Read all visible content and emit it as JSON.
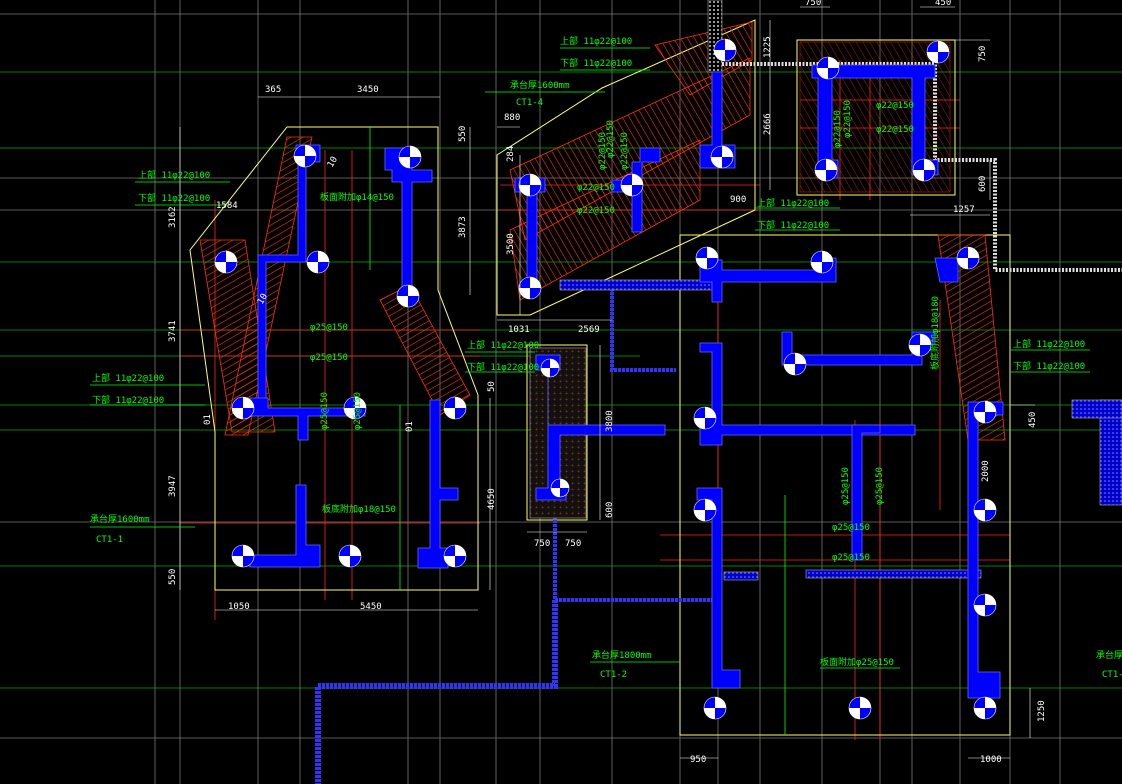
{
  "colors": {
    "background": "#000000",
    "wall": "#0000ff",
    "hatch_red": "#ff3300",
    "pile_cap_outline": "#ffff66",
    "dim_text": "#ffffff",
    "note_text": "#00ff00",
    "axis": "#ff0000",
    "grid_green": "#00cc00"
  },
  "caps": {
    "ct1_1": {
      "thickness": "承台厚1600mm",
      "name": "CT1-1"
    },
    "ct1_2": {
      "thickness": "承台厚1800mm",
      "name": "CT1-2"
    },
    "ct1_4": {
      "thickness": "承台厚1600mm",
      "name": "CT1-4"
    }
  },
  "notes": {
    "top_rebar": "上部 11φ22@100",
    "bottom_rebar": "下部 11φ22@100",
    "top_rebar_2": "上部 11φ22@100",
    "bottom_rebar_2": "下部 11φ22@100",
    "top_rebar_3": "上部 11φ22@100",
    "bottom_rebar_3": "下部 11φ22@100",
    "top_rebar_4": "上部 11φ22@100",
    "bottom_rebar_4": "下部 11φ22@100",
    "top_rebar_5": "上部 11φ22@100",
    "bottom_rebar_5": "下部 11φ22@100",
    "top_rebar_6": "上部 11φ22@100",
    "bottom_rebar_6": "下部 11φ22@100",
    "slab_a": "板面附加φ14@150",
    "slab_b": "板底附加φ18@150",
    "slab_c": "板面附加φ25@150",
    "r25_h1": "φ25@150",
    "r25_h2": "φ25@150",
    "r25_v1": "φ25@150",
    "r25_v2": "φ25@150",
    "r25_h3": "φ25@150",
    "r25_h4": "φ25@150",
    "r25_v3": "φ25@150",
    "r25_v4": "φ25@150",
    "r22_a": "φ22@150",
    "r22_b": "φ22@150",
    "r22_c": "φ22@150",
    "r22_d": "φ22@150",
    "r22_e": "φ22@150",
    "r22_f": "φ22@150",
    "r22_g": "φ22@150",
    "r22_h": "φ22@150",
    "r22_i": "φ22@150",
    "r180": "板底附加φ18@180",
    "right_thick": "承台厚",
    "right_ct": "CT1-"
  },
  "dims": {
    "d365": "365",
    "d3450": "3450",
    "d550a": "550",
    "d3873": "3873",
    "d1584": "1584",
    "d3162": "3162",
    "d3741": "3741",
    "d3947": "3947",
    "d550b": "550",
    "d1050": "1050",
    "d5450": "5450",
    "d4650": "4650",
    "d50": "50",
    "d880": "880",
    "d284": "284",
    "d3500": "3500",
    "d1031": "1031",
    "d2569": "2569",
    "d3800": "3800",
    "d600a": "600",
    "d750a": "750",
    "d750b": "750",
    "d1225": "1225",
    "d2666": "2666",
    "d900": "900",
    "d750c": "750",
    "d450a": "450",
    "d750d": "750",
    "d600b": "600",
    "d1257": "1257",
    "d450b": "450",
    "d2000": "2000",
    "d1250": "1250",
    "d950": "950",
    "d1000": "1000",
    "d10a": "10",
    "d10b": "10",
    "d01a": "01",
    "d01b": "01"
  }
}
